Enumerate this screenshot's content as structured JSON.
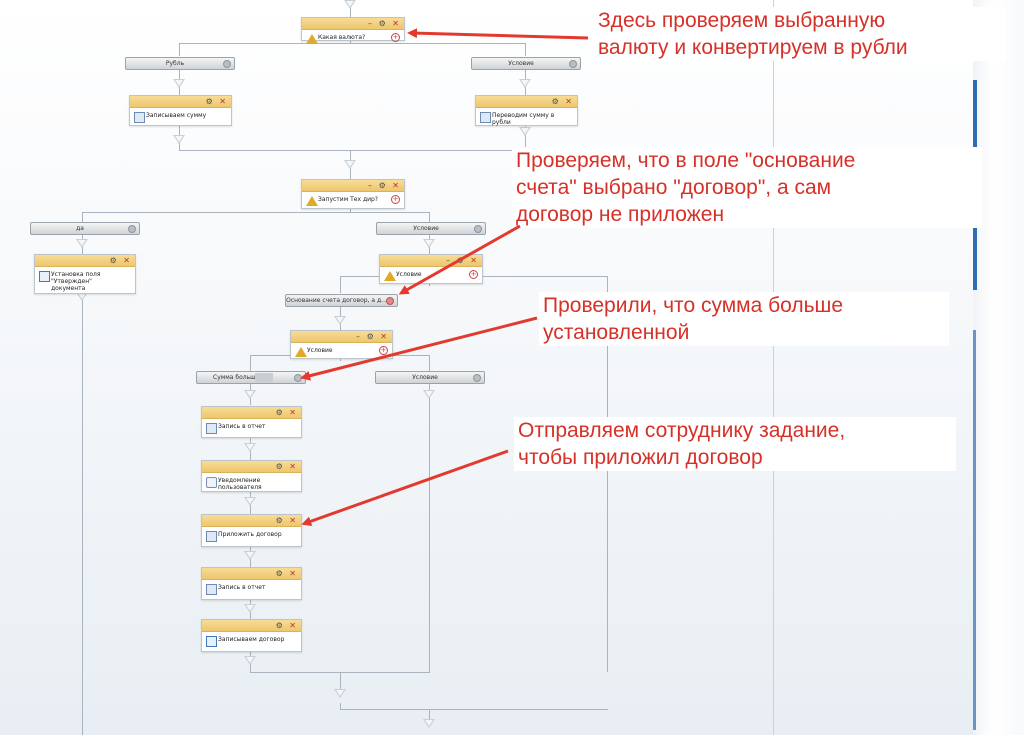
{
  "workflow": {
    "activities": {
      "currency_check": "Какая валюта?",
      "write_amount": "Записываем сумму",
      "convert_amount": "Переводим сумму в рубли",
      "tech_dir": "Запустим Тех дир?",
      "set_field": "Установка поля \"Утвержден\" документа",
      "condition_basis": "Условие",
      "condition_sum": "Условие",
      "report_1": "Запись в отчет",
      "notify_user": "Уведомление пользователя",
      "attach_contract": "Приложить договор",
      "report_2": "Запись в отчет",
      "write_contract": "Записываем договор"
    },
    "branches": {
      "rub": "Рубль",
      "cond_1": "Условие",
      "yes": "да",
      "cond_2": "Условие",
      "basis": "Основание счета договор, а д...",
      "sum_more": "Сумма больше",
      "cond_3": "Условие"
    }
  },
  "annotations": {
    "a1": [
      "Здесь проверяем выбранную",
      "валюту и конвертируем в рубли"
    ],
    "a2": [
      "Проверяем, что в поле \"основание",
      "счета\" выбрано \"договор\", а сам",
      "договор не приложен"
    ],
    "a3": [
      "Проверили, что сумма больше",
      "установленной"
    ],
    "a4": [
      "Отправляем сотруднику задание,",
      "чтобы приложил договор"
    ]
  },
  "colors": {
    "annotation_text": "#d63128",
    "arrow": "#e23a2e",
    "activity_header": "#eec66d",
    "connector": "#a9b4be"
  }
}
